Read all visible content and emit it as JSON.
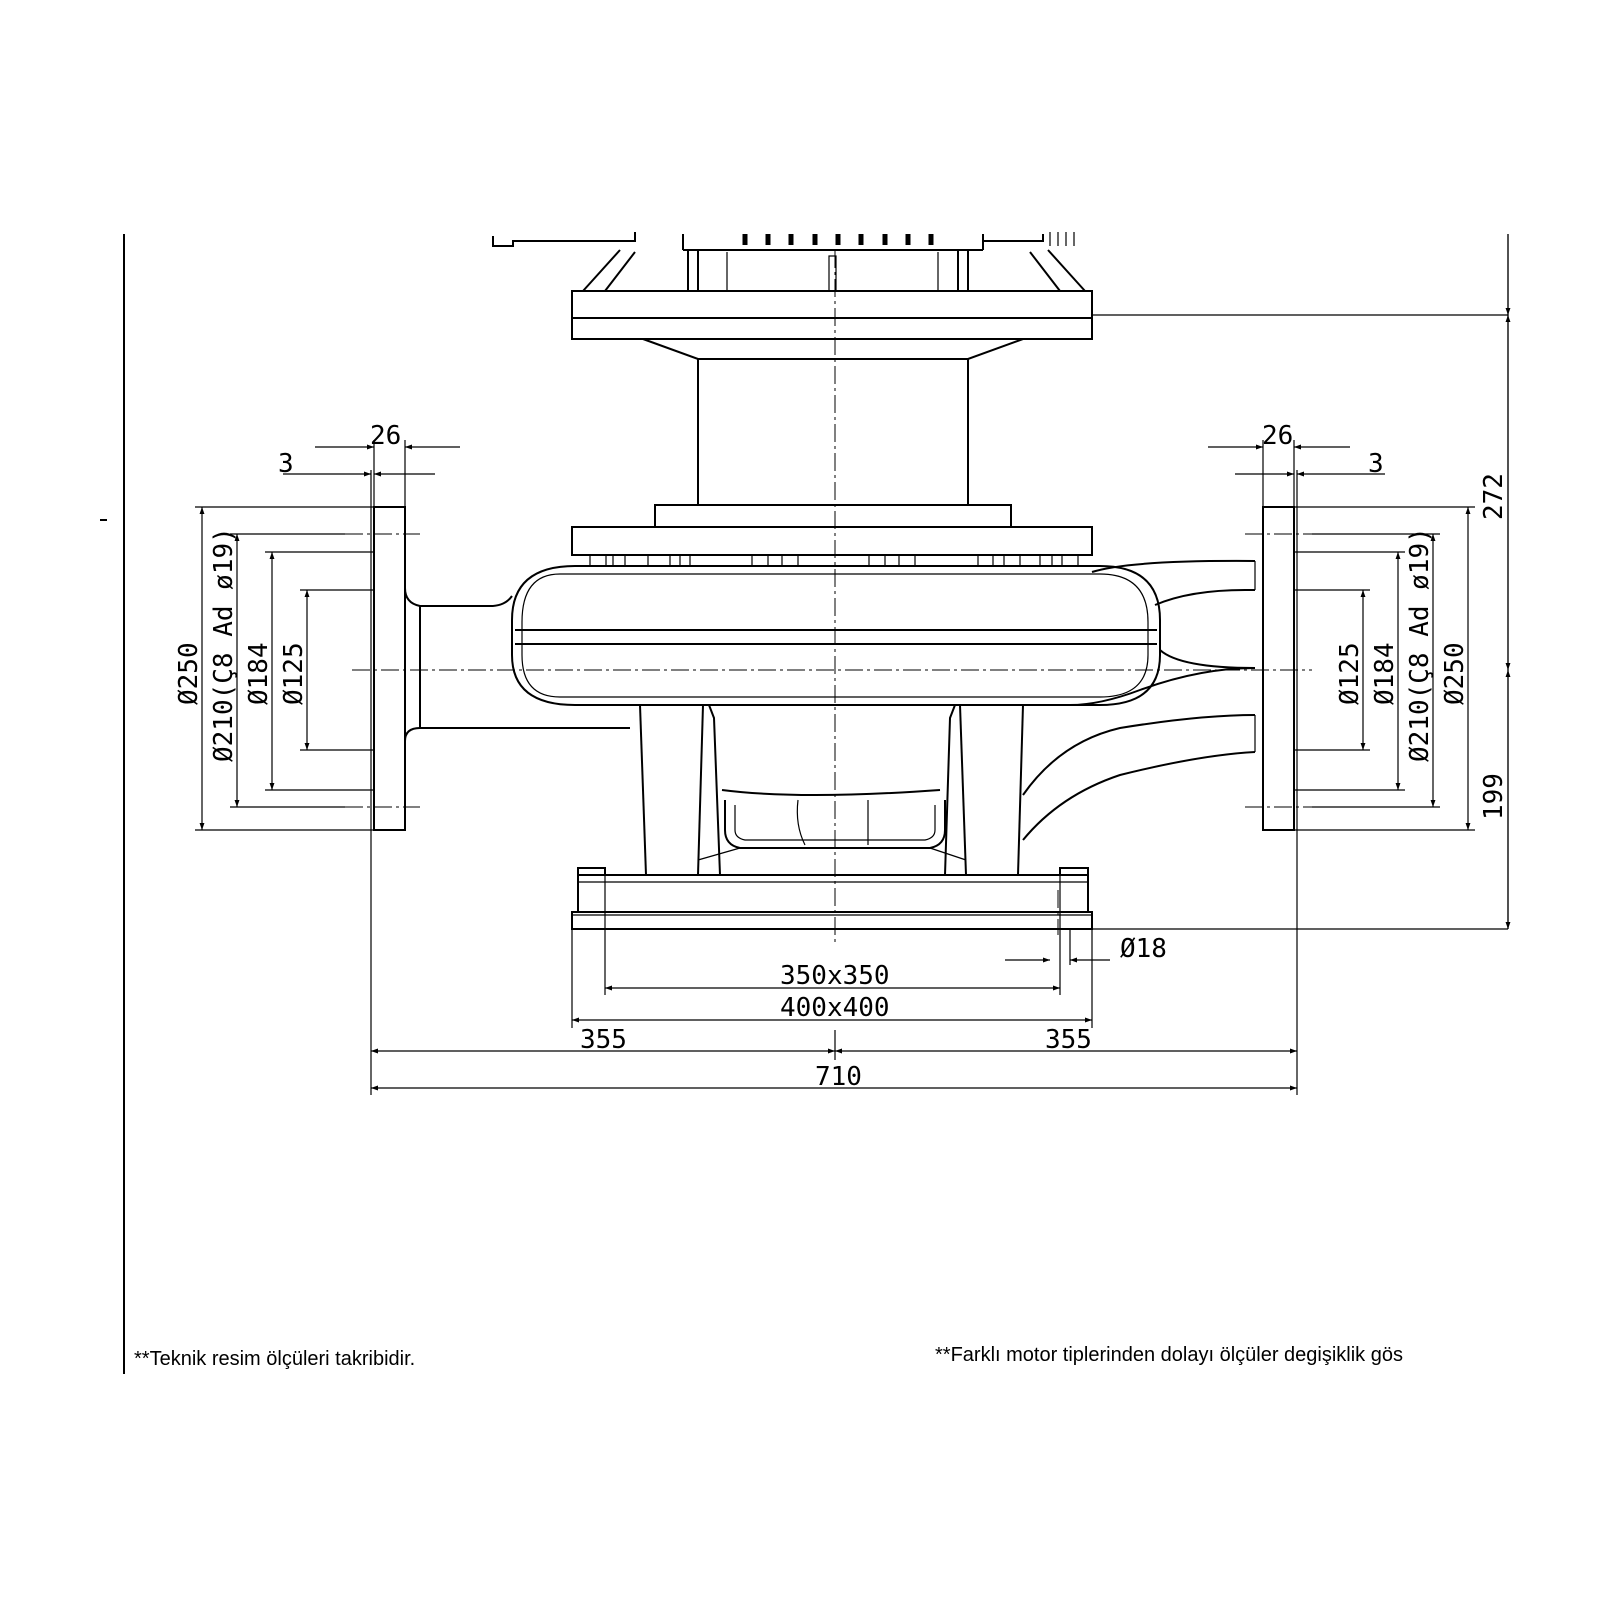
{
  "dimensions": {
    "left_flange_thickness": "26",
    "left_flange_gap": "3",
    "right_flange_thickness": "26",
    "right_flange_gap": "3",
    "left_d250": "Ø250",
    "left_d210": "Ø210(Ç8 Ad ø19)",
    "left_d184": "Ø184",
    "left_d125": "Ø125",
    "right_d125": "Ø125",
    "right_d184": "Ø184",
    "right_d210": "Ø210(Ç8 Ad ø19)",
    "right_d250": "Ø250",
    "height_upper": "272",
    "height_lower": "199",
    "hole_diameter": "Ø18",
    "base_inner": "350x350",
    "base_outer": "400x400",
    "half_left": "355",
    "half_right": "355",
    "total_width": "710"
  },
  "notes": {
    "left": "**Teknik resim ölçüleri takribidir.",
    "right": "**Farklı motor tiplerinden dolayı ölçüler degişiklik gös"
  }
}
